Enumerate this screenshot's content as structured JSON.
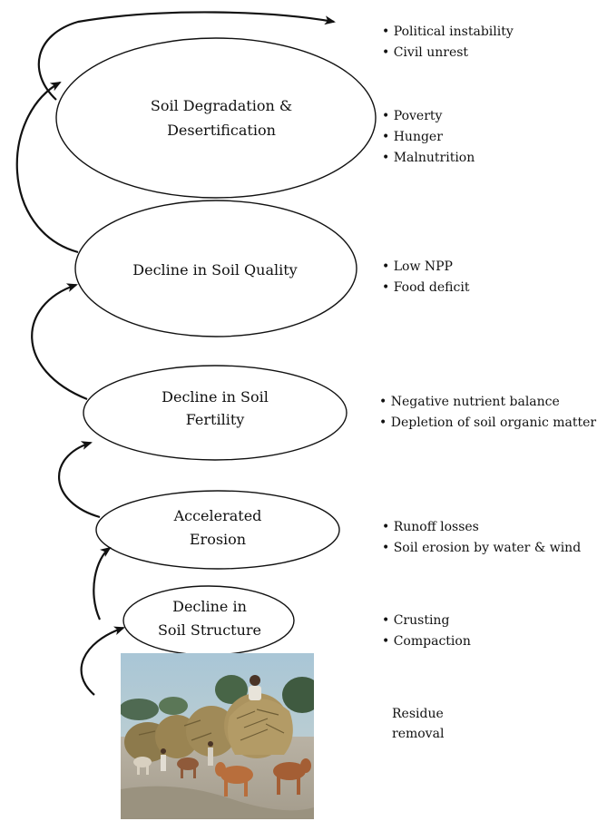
{
  "nodes": [
    {
      "id": "soil-degradation",
      "lines": [
        "Soil Degradation &",
        "Desertification"
      ]
    },
    {
      "id": "soil-quality",
      "lines": [
        "Decline in Soil Quality"
      ]
    },
    {
      "id": "soil-fertility",
      "lines": [
        "Decline in Soil",
        "Fertility"
      ]
    },
    {
      "id": "accelerated-erosion",
      "lines": [
        "Accelerated",
        "Erosion"
      ]
    },
    {
      "id": "soil-structure",
      "lines": [
        "Decline in",
        "Soil Structure"
      ]
    }
  ],
  "consequences": {
    "top": [
      "Political instability",
      "Civil unrest"
    ],
    "soil_degradation": [
      "Poverty",
      "Hunger",
      "Malnutrition"
    ],
    "soil_quality": [
      "Low NPP",
      "Food deficit"
    ],
    "soil_fertility": [
      "Negative nutrient balance",
      "Depletion of soil organic matter"
    ],
    "accelerated_erosion": [
      "Runoff losses",
      "Soil erosion by water & wind"
    ],
    "soil_structure": [
      "Crusting",
      "Compaction"
    ]
  },
  "photo": {
    "caption_lines": [
      "Residue",
      "removal"
    ],
    "subject": "Ox carts loaded with crop residue"
  }
}
